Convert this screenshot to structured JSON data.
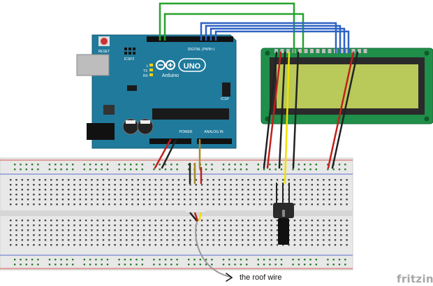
{
  "arduino": {
    "logo": "UNO",
    "brand": "Arduino",
    "reset_label": "RESET",
    "icsp_label": "ICSP2",
    "icsp1_label": "ICSP",
    "digital_label": "DIGITAL (PWM~)",
    "power_label": "POWER",
    "analog_label": "ANALOG IN",
    "tx_label": "TX",
    "rx_label": "RX",
    "l_label": "L"
  },
  "annotation": {
    "text": "the roof wire"
  },
  "footer": {
    "brand": "fritzing"
  },
  "colors": {
    "arduino_board": "#1f7a9c",
    "lcd_pcb": "#1f8f4a",
    "lcd_screen": "#b9c95a",
    "breadboard": "#e6e6e6",
    "wire_green": "#27a22d",
    "wire_blue": "#2f62c4",
    "wire_red": "#c0201c",
    "wire_black": "#222222",
    "wire_yellow": "#f0e000",
    "wire_gray": "#9a9a9a",
    "rail_red": "#d9534f",
    "rail_blue": "#5a6fd0"
  }
}
